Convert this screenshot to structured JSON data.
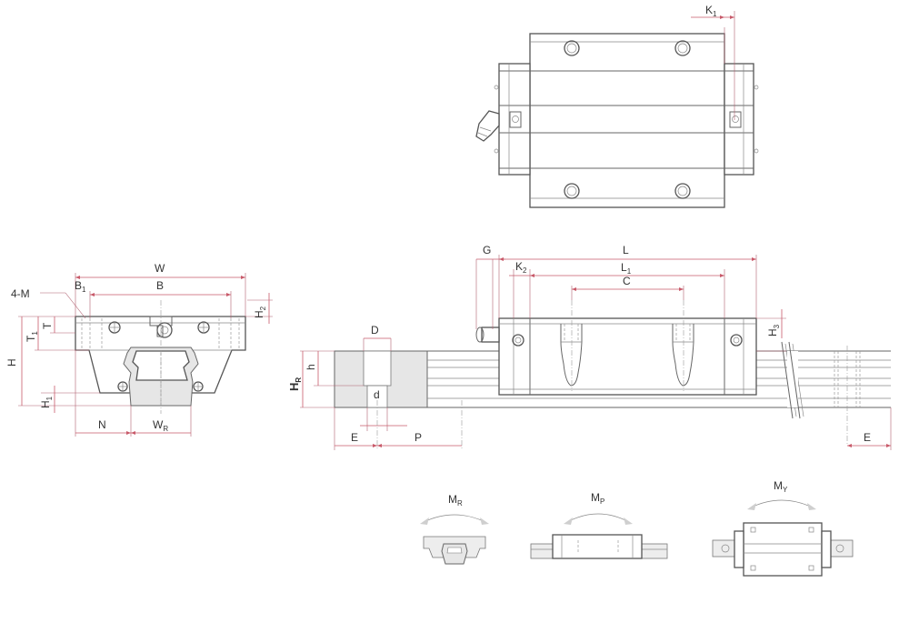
{
  "labels": {
    "k1": "K",
    "k1_sub": "1",
    "four_m": "4-M",
    "b1": "B",
    "b1_sub": "1",
    "w": "W",
    "b": "B",
    "h2": "H",
    "h2_sub": "2",
    "t": "T",
    "t1": "T",
    "t1_sub": "1",
    "h": "H",
    "h1": "H",
    "h1_sub": "1",
    "n": "N",
    "wr": "W",
    "wr_sub": "R",
    "g": "G",
    "l": "L",
    "k2": "K",
    "k2_sub": "2",
    "l1": "L",
    "l1_sub": "1",
    "c": "C",
    "h3": "H",
    "h3_sub": "3",
    "d_upper": "D",
    "d_lower": "d",
    "h_lower": "h",
    "hr": "H",
    "hr_sub": "R",
    "e_left": "E",
    "p": "P",
    "e_right": "E",
    "mr": "M",
    "mr_sub": "R",
    "mp": "M",
    "mp_sub": "P",
    "my": "M",
    "my_sub": "Y"
  },
  "colors": {
    "outline": "#555555",
    "dimension": "#c85a6a",
    "shade": "#e6e6e6",
    "text": "#333333"
  }
}
